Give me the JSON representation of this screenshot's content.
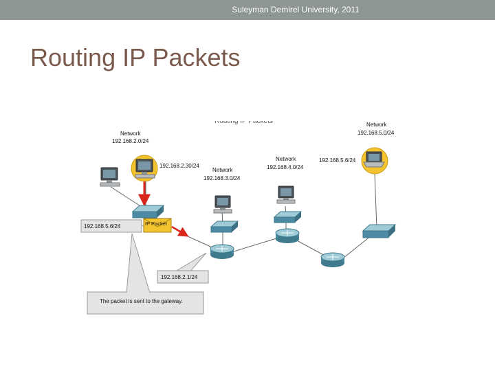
{
  "header": {
    "institution": "Suleyman Demirel University, 2011"
  },
  "slide": {
    "title": "Routing IP Packets"
  },
  "diagram": {
    "cut_heading": "Routing IP Packets",
    "networks": [
      {
        "label": "Network",
        "address": "192.168.2.0/24"
      },
      {
        "label": "Network",
        "address": "192.168.3.0/24"
      },
      {
        "label": "Network",
        "address": "192.168.4.0/24"
      },
      {
        "label": "Network",
        "address": "192.168.5.0/24"
      }
    ],
    "host_ips": {
      "source_host": "192.168.2.30/24",
      "dest_host": "192.168.5.6/24"
    },
    "packet": {
      "label": "IP Packet",
      "dest_callout": "192.168.5.6/24"
    },
    "gateway_callout": "192.168.2.1/24",
    "note": "The packet is sent to the gateway.",
    "colors": {
      "highlight": "#f4c430",
      "packet_arrow": "#d9261c",
      "callout_fill": "#e4e4e4",
      "network_device": "#4d8aa3"
    }
  }
}
